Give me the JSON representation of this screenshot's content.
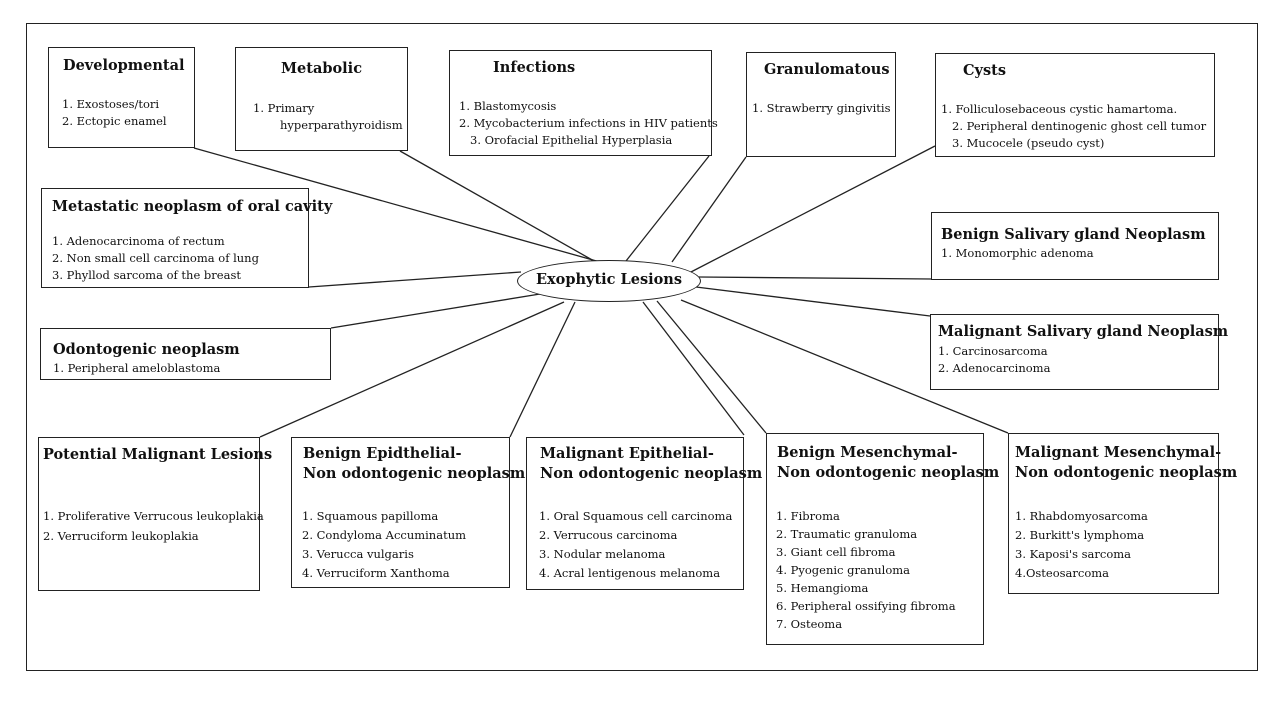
{
  "center": "Exophytic Lesions",
  "boxes": [
    {
      "id": "developmental",
      "title": [
        "Developmental"
      ],
      "items": [
        "1. Exostoses/tori",
        "2. Ectopic enamel"
      ]
    },
    {
      "id": "metabolic",
      "title": [
        "Metabolic"
      ],
      "items": [
        "1. Primary",
        "hyperparathyroidism"
      ]
    },
    {
      "id": "infections",
      "title": [
        "Infections"
      ],
      "items": [
        "1. Blastomycosis",
        "2. Mycobacterium infections in HIV patients",
        "3. Orofacial Epithelial Hyperplasia"
      ]
    },
    {
      "id": "granulomatous",
      "title": [
        "Granulomatous"
      ],
      "items": [
        "1. Strawberry gingivitis"
      ]
    },
    {
      "id": "cysts",
      "title": [
        "Cysts"
      ],
      "items": [
        "1. Folliculosebaceous cystic hamartoma.",
        "2. Peripheral dentinogenic ghost cell tumor",
        "3. Mucocele (pseudo cyst)"
      ]
    },
    {
      "id": "metastatic",
      "title": [
        "Metastatic neoplasm of oral cavity"
      ],
      "items": [
        "1. Adenocarcinoma of rectum",
        "2. Non small cell carcinoma of lung",
        "3. Phyllod sarcoma of the breast"
      ]
    },
    {
      "id": "benign-salivary",
      "title": [
        "Benign Salivary gland Neoplasm"
      ],
      "items": [
        "1. Monomorphic adenoma"
      ]
    },
    {
      "id": "odontogenic",
      "title": [
        "Odontogenic neoplasm"
      ],
      "items": [
        "1. Peripheral ameloblastoma"
      ]
    },
    {
      "id": "malignant-salivary",
      "title": [
        "Malignant Salivary gland Neoplasm"
      ],
      "items": [
        "1. Carcinosarcoma",
        "2. Adenocarcinoma"
      ]
    },
    {
      "id": "potential-malignant",
      "title": [
        "Potential Malignant Lesions"
      ],
      "items": [
        "1. Proliferative Verrucous leukoplakia",
        "2. Verruciform leukoplakia"
      ]
    },
    {
      "id": "benign-epithelial",
      "title": [
        "Benign Epidthelial-",
        "Non odontogenic neoplasm"
      ],
      "items": [
        "1. Squamous papilloma",
        "2. Condyloma Accuminatum",
        "3. Verucca vulgaris",
        "4. Verruciform Xanthoma"
      ]
    },
    {
      "id": "malignant-epithelial",
      "title": [
        "Malignant Epithelial-",
        "Non odontogenic neoplasm"
      ],
      "items": [
        "1. Oral Squamous cell carcinoma",
        "2. Verrucous carcinoma",
        "3. Nodular melanoma",
        "4. Acral lentigenous melanoma"
      ]
    },
    {
      "id": "benign-mesenchymal",
      "title": [
        "Benign Mesenchymal-",
        "Non odontogenic neoplasm"
      ],
      "items": [
        "1. Fibroma",
        "2. Traumatic granuloma",
        "3. Giant cell fibroma",
        "4. Pyogenic granuloma",
        "5. Hemangioma",
        "6. Peripheral ossifying fibroma",
        "7. Osteoma"
      ]
    },
    {
      "id": "malignant-mesenchymal",
      "title": [
        "Malignant Mesenchymal-",
        "Non odontogenic neoplasm"
      ],
      "items": [
        "1. Rhabdomyosarcoma",
        "2. Burkitt's lymphoma",
        "3. Kaposi's sarcoma",
        "4.Osteosarcoma"
      ]
    }
  ]
}
